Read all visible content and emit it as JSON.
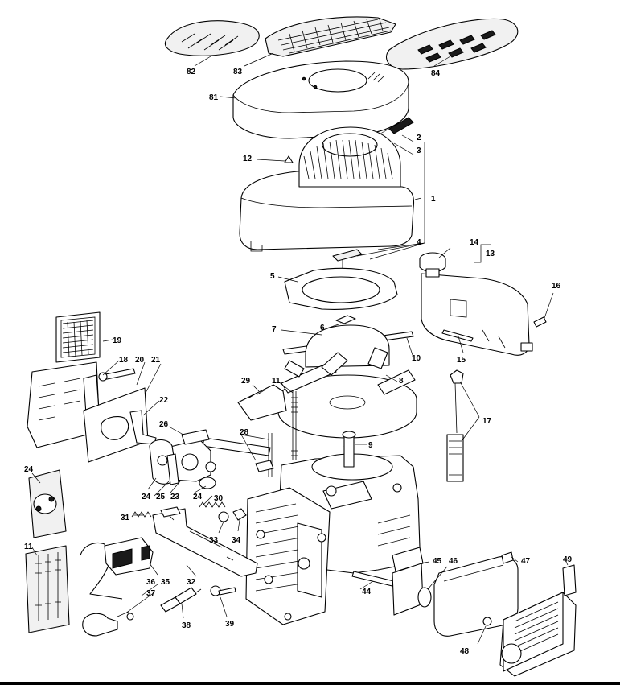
{
  "diagram": {
    "callouts": {
      "c82": "82",
      "c83": "83",
      "c84": "84",
      "c81": "81",
      "c2": "2",
      "c3": "3",
      "c12": "12",
      "c1": "1",
      "c4": "4",
      "c14": "14",
      "c13": "13",
      "c5": "5",
      "c16": "16",
      "c7": "7",
      "c6": "6",
      "c10": "10",
      "c15": "15",
      "c19": "19",
      "c18": "18",
      "c20": "20",
      "c21": "21",
      "c8": "8",
      "c29": "29",
      "c11a": "11",
      "c22": "22",
      "c17": "17",
      "c26": "26",
      "c28": "28",
      "c9": "9",
      "c24a": "24",
      "c24b": "24",
      "c25": "25",
      "c23": "23",
      "c24c": "24",
      "c30": "30",
      "c31": "31",
      "c33": "33",
      "c34": "34",
      "c11b": "11",
      "c36": "36",
      "c35": "35",
      "c37": "37",
      "c32": "32",
      "c38": "38",
      "c39": "39",
      "c44": "44",
      "c45": "45",
      "c46": "46",
      "c47": "47",
      "c49": "49",
      "c48": "48"
    }
  }
}
